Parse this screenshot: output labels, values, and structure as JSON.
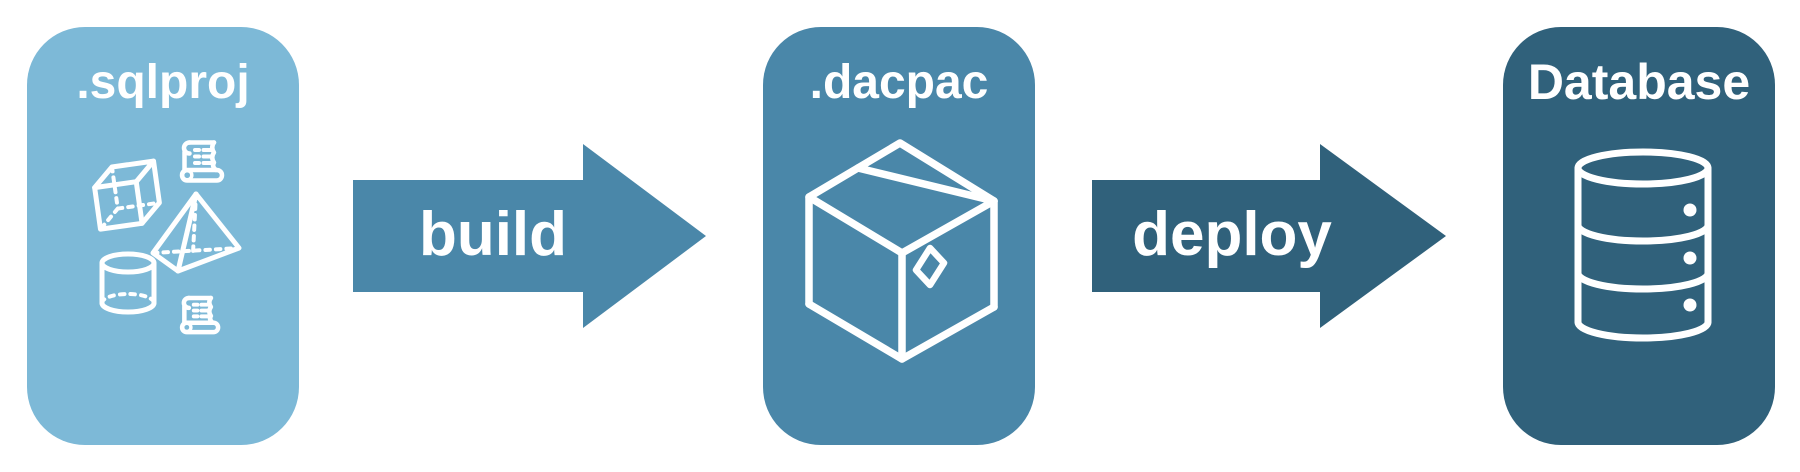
{
  "canvas": {
    "background": "#ffffff"
  },
  "nodes": [
    {
      "label": ".sqlproj",
      "color": "#7db9d7",
      "icons": [
        "cube-icon",
        "script-scroll-icon",
        "pyramid-icon",
        "cylinder-icon",
        "script-scroll-icon"
      ]
    },
    {
      "label": ".dacpac",
      "color": "#4a87a9",
      "icons": [
        "package-box-icon"
      ]
    },
    {
      "label": "Database",
      "color": "#30617b",
      "icons": [
        "database-icon"
      ]
    }
  ],
  "arrows": [
    {
      "label": "build",
      "color": "#4a87a9"
    },
    {
      "label": "deploy",
      "color": "#30617b"
    }
  ]
}
